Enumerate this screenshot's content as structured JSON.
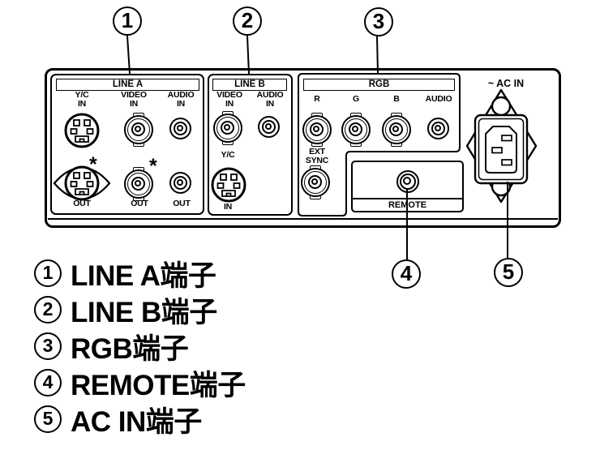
{
  "panel": {
    "line_a": {
      "header": "LINE A",
      "labels": {
        "yc_l1": "Y/C",
        "yc_l2": "IN",
        "video_l1": "VIDEO",
        "video_l2": "IN",
        "audio_l1": "AUDIO",
        "audio_l2": "IN",
        "out_yc": "OUT",
        "out_video": "OUT",
        "out_audio": "OUT"
      },
      "footnote_mark": "*"
    },
    "line_b": {
      "header": "LINE B",
      "labels": {
        "video_l1": "VIDEO",
        "video_l2": "IN",
        "audio_l1": "AUDIO",
        "audio_l2": "IN",
        "yc": "Y/C",
        "yc_in": "IN"
      }
    },
    "rgb": {
      "header": "RGB",
      "labels": {
        "r": "R",
        "g": "G",
        "b": "B",
        "audio": "AUDIO",
        "ext_l1": "EXT",
        "ext_l2": "SYNC"
      }
    },
    "remote": {
      "label": "REMOTE"
    },
    "ac": {
      "label": "~ AC IN"
    }
  },
  "callouts": {
    "n1": "1",
    "n2": "2",
    "n3": "3",
    "n4": "4",
    "n5": "5"
  },
  "legend": {
    "items": [
      {
        "num": "1",
        "label": "LINE A端子"
      },
      {
        "num": "2",
        "label": "LINE B端子"
      },
      {
        "num": "3",
        "label": "RGB端子"
      },
      {
        "num": "4",
        "label": "REMOTE端子"
      },
      {
        "num": "5",
        "label": "AC IN端子"
      }
    ]
  },
  "colors": {
    "ink": "#000000",
    "paper": "#ffffff"
  }
}
